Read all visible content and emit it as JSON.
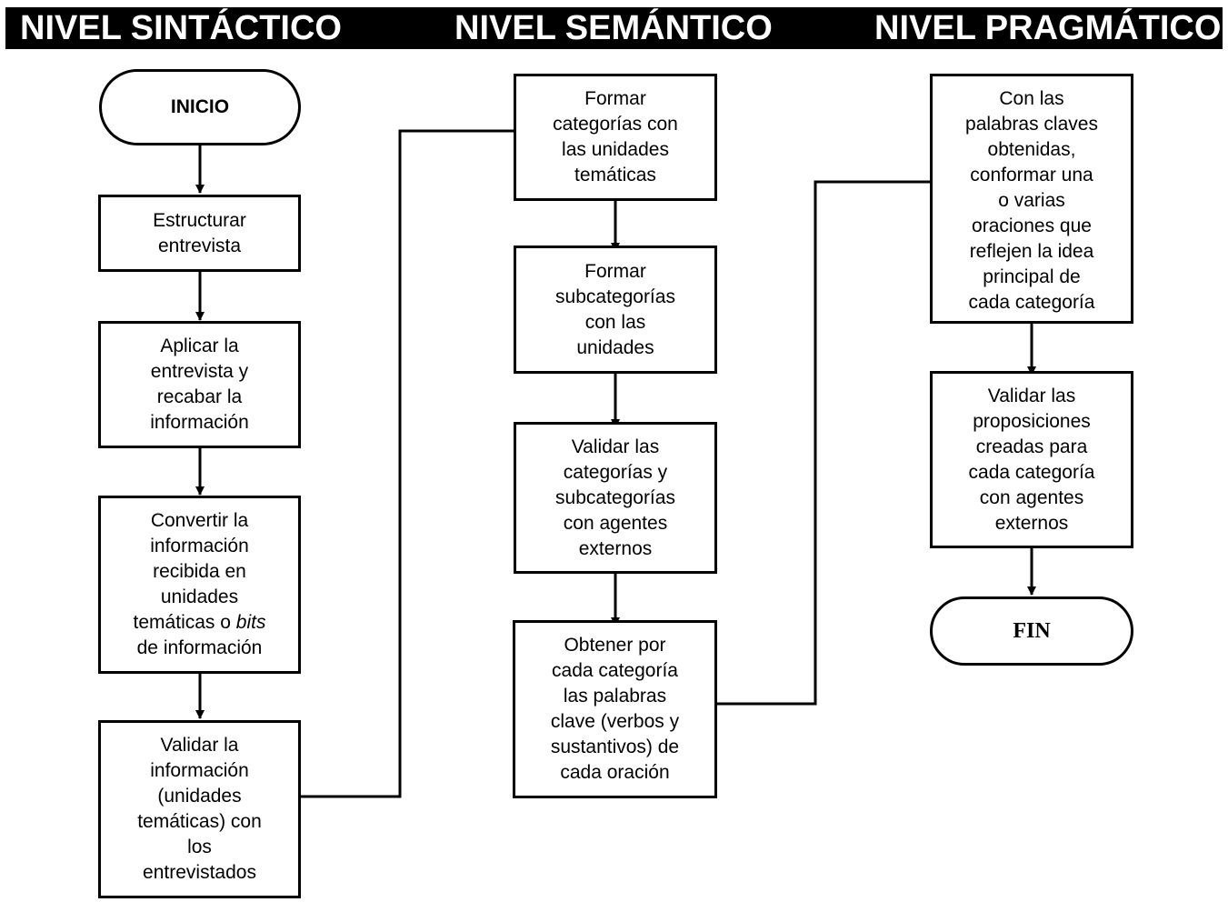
{
  "headers": {
    "syntactic": "NIVEL SINTÁCTICO",
    "semantic": "NIVEL SEMÁNTICO",
    "pragmatic": "NIVEL PRAGMÁTICO"
  },
  "syntactic": {
    "start": "INICIO",
    "step1": "Estructurar\nentrevista",
    "step2": "Aplicar la\nentrevista y\nrecabar la\ninformación",
    "step3_line1": "Convertir la\ninformación\nrecibida en\nunidades\ntemáticas o ",
    "step3_italic": "bits",
    "step3_line2": "\nde información",
    "step4": "Validar la\ninformación\n(unidades\ntemáticas) con\nlos\nentrevistados"
  },
  "semantic": {
    "step1": "Formar\ncategorías con\nlas unidades\ntemáticas",
    "step2": "Formar\nsubcategorías\ncon las\nunidades",
    "step3": "Validar las\ncategorías y\nsubcategorías\ncon agentes\nexternos",
    "step4": "Obtener por\ncada categoría\nlas palabras\nclave (verbos y\nsustantivos) de\ncada oración"
  },
  "pragmatic": {
    "step1": "Con las\npalabras claves\nobtenidas,\nconformar una\no varias\noraciones que\nreflejen la idea\nprincipal de\ncada categoría",
    "step2": "Validar las\nproposiciones\ncreadas para\ncada categoría\ncon agentes\nexternos",
    "end": "FIN"
  }
}
